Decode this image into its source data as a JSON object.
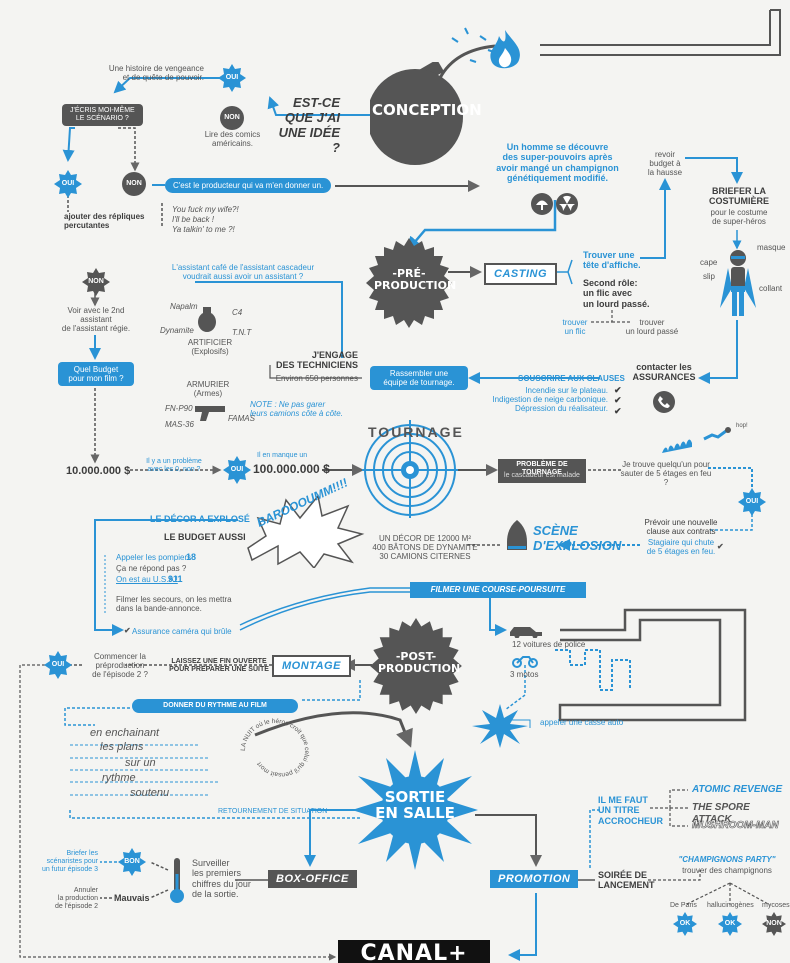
{
  "colors": {
    "blue": "#2a93d5",
    "dark": "#555555",
    "bg": "#f4f4f2"
  },
  "conception": {
    "title": "CONCEPTION",
    "question": "EST-CE\nQUE J'AI\nUNE IDÉE ?",
    "oui": "OUI",
    "non": "NON",
    "revenge": "Une histoire de vengeance\net de quête de pouvoir.",
    "comics": "Lire des comics\naméricains.",
    "write": "J'ÉCRIS MOI-MÊME\nLE SCÉNARIO ?",
    "oui2": "OUI",
    "non2": "NON",
    "producer": "C'est le producteur qui va m'en donner un.",
    "replies_title": "ajouter des répliques\npercutantes",
    "replies": [
      "You fuck my wife?!",
      "I'll be back !",
      "Ya talkin' to me ?!"
    ],
    "pitch": "Un homme se découvre\ndes super-pouvoirs après\navoir mangé un champignon\ngénétiquement modifié."
  },
  "costume": {
    "budget": "revoir\nbudget à\nla hausse",
    "title": "BRIEFER LA\nCOSTUMIÈRE",
    "sub": "pour le costume\nde super-héros",
    "masque": "masque",
    "cape": "cape",
    "slip": "slip",
    "collant": "collant"
  },
  "preprod": {
    "title": "-PRÉ-\nPRODUCTION",
    "casting": "CASTING",
    "lead": "Trouver une\ntête d'affiche.",
    "second": "Second rôle:\nun flic avec\nun lourd passé.",
    "find1": "trouver\nun flic",
    "find2": "trouver\nun lourd passé",
    "assistant": "L'assistant café de l'assistant cascadeur\nvoudrait aussi avoir un assistant ?",
    "non": "NON",
    "regie": "Voir avec le 2nd\nassistant\nde l'assistant régie.",
    "budget_q": "Quel Budget\npour mon film ?",
    "artificier": "ARTIFICIER\n(Explosifs)",
    "armurier": "ARMURIER\n(Armes)",
    "explosives": [
      "Napalm",
      "C4",
      "Dynamite",
      "T.N.T"
    ],
    "guns": [
      "FN-P90",
      "FAMAS",
      "MAS-36"
    ],
    "note": "NOTE : Ne pas garer\nleurs camions côte à côte.",
    "techs": "J'ENGAGE\nDES TECHNICIENS",
    "techs_sub": "Environ 650 personnes",
    "crew": "Rassembler une\néquipe de tournage.",
    "insurance_title": "SOUSCRIRE AUX CLAUSES",
    "insurance": [
      "Incendie sur le plateau.",
      "Indigestion de neige carbonique.",
      "Dépression du réalisateur."
    ],
    "contact": "contacter les\nASSURANCES"
  },
  "tournage": {
    "title": "TOURNAGE",
    "budget_low": "10.000.000 $",
    "problem_q": "Il y a un problème\navec les 0, non ?",
    "oui": "OUI",
    "missing": "Il en manque un",
    "budget_high": "100.000.000 $",
    "prob_title": "PROBLÈME DE TOURNAGE",
    "prob_sub": "le cascadeur est malade",
    "stunt": "Je trouve quelqu'un pour\nsauter de 5 étages en feu ?",
    "hop": "hop!",
    "oui2": "OUI",
    "clause": "Prévoir une nouvelle\nclause aux contrats",
    "trainee": "Stagiaire qui chute\nde 5 étages en feu.",
    "explosion_scene": "SCÈNE\nD'EXPLOSION",
    "decor_stats": "UN DÉCOR DE 12000 M²\n400 BÂTONS DE DYNAMITE\n30 CAMIONS CITERNES",
    "boom": "BAROOOUMM!!!!",
    "decor": "LE DÉCOR A EXPLOSÉ",
    "budget_too": "LE BUDGET AUSSI",
    "call": "Appeler les pompiers",
    "call_num": "18",
    "no_answer": "Ça ne répond pas ?",
    "usa": "On est au U.S.A !",
    "usa_num": "911",
    "film": "Filmer les secours, on les mettra\ndans la bande-annonce.",
    "insurance_cam": "Assurance caméra qui brûle",
    "chase": "FILMER UNE COURSE-POURSUITE",
    "cars": "12 voitures de police",
    "motos": "3 motos",
    "scrap": "appeler une casse auto"
  },
  "post": {
    "title": "-POST-\nPRODUCTION",
    "montage": "MONTAGE",
    "open_end": "LAISSEZ UNE FIN OUVERTE\nPOUR PRÉPARER UNE SUITE",
    "episode2": "Commencer la\npréproduction\nde l'épisode 2 ?",
    "oui": "OUI",
    "rhythm": "DONNER DU RYTHME AU FILM",
    "words": [
      "en enchainant",
      "les plans",
      "sur un",
      "rythme",
      "soutenu"
    ],
    "spiral": "LA NUIT où le héros croit que celui qu'il pensait mort",
    "twist": "RETOURNEMENT DE SITUATION"
  },
  "release": {
    "title": "SORTIE\nEN SALLE",
    "boxoffice": "BOX-OFFICE",
    "watch": "Surveiller\nles premiers\nchiffres du jour\nde la sortie.",
    "bon": "BON",
    "brief": "Briefer les\nscénaristes pour\nun futur épisode 3",
    "mauvais": "Mauvais",
    "cancel": "Annuler\nla production\nde l'épisode 2",
    "promotion": "PROMOTION",
    "catchy": "IL ME FAUT\nUN TITRE\nACCROCHEUR",
    "titles": [
      "ATOMIC REVENGE",
      "THE SPORE ATTACK",
      "MUSHROOM-MAN"
    ],
    "launch": "SOIRÉE DE\nLANCEMENT",
    "party": "\"CHAMPIGNONS PARTY\"",
    "party_sub": "trouver des champignons",
    "types": [
      "De Paris",
      "hallucinogènes",
      "mycoses"
    ],
    "ok": "OK",
    "ok2": "OK",
    "non": "NON",
    "logo": "CANAL+"
  }
}
